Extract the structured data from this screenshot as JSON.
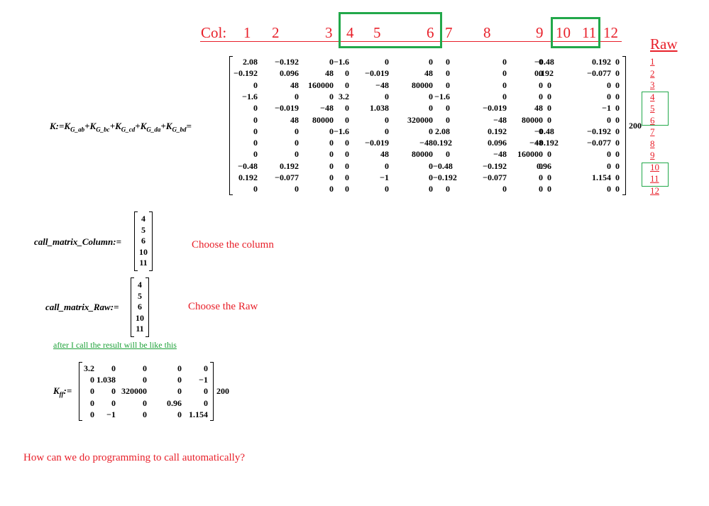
{
  "col_header": {
    "label": "Col:",
    "numbers": [
      "1",
      "2",
      "3",
      "4",
      "5",
      "6",
      "7",
      "8",
      "9",
      "10",
      "11",
      "12"
    ]
  },
  "raw_header": {
    "label": "Raw",
    "rows": [
      "1",
      "2",
      "3",
      "4",
      "5",
      "6",
      "7",
      "8",
      "9",
      "10",
      "11",
      "12"
    ]
  },
  "k_equation": {
    "lhs": "K",
    "assign": ":=",
    "terms": [
      {
        "base": "K",
        "sub": "G_ab"
      },
      {
        "base": "K",
        "sub": "G_bc"
      },
      {
        "base": "K",
        "sub": "G_cd"
      },
      {
        "base": "K",
        "sub": "G_da"
      },
      {
        "base": "K",
        "sub": "G_bd"
      }
    ],
    "plus": "+",
    "equals": "=",
    "multiplier": "200"
  },
  "k_matrix": [
    [
      "2.08",
      "−0.192",
      "0",
      "−1.6",
      "0",
      "0",
      "0",
      "0",
      "0",
      "−0.48",
      "0.192",
      "0"
    ],
    [
      "−0.192",
      "0.096",
      "48",
      "0",
      "−0.019",
      "48",
      "0",
      "0",
      "0",
      "0.192",
      "−0.077",
      "0"
    ],
    [
      "0",
      "48",
      "160000",
      "0",
      "−48",
      "80000",
      "0",
      "0",
      "0",
      "0",
      "0",
      "0"
    ],
    [
      "−1.6",
      "0",
      "0",
      "3.2",
      "0",
      "0",
      "−1.6",
      "0",
      "0",
      "0",
      "0",
      "0"
    ],
    [
      "0",
      "−0.019",
      "−48",
      "0",
      "1.038",
      "0",
      "0",
      "−0.019",
      "48",
      "0",
      "−1",
      "0"
    ],
    [
      "0",
      "48",
      "80000",
      "0",
      "0",
      "320000",
      "0",
      "−48",
      "80000",
      "0",
      "0",
      "0"
    ],
    [
      "0",
      "0",
      "0",
      "−1.6",
      "0",
      "0",
      "2.08",
      "0.192",
      "0",
      "−0.48",
      "−0.192",
      "0"
    ],
    [
      "0",
      "0",
      "0",
      "0",
      "−0.019",
      "−48",
      "0.192",
      "0.096",
      "−48",
      "−0.192",
      "−0.077",
      "0"
    ],
    [
      "0",
      "0",
      "0",
      "0",
      "48",
      "80000",
      "0",
      "−48",
      "160000",
      "0",
      "0",
      "0"
    ],
    [
      "−0.48",
      "0.192",
      "0",
      "0",
      "0",
      "0",
      "−0.48",
      "−0.192",
      "0",
      "0.96",
      "0",
      "0"
    ],
    [
      "0.192",
      "−0.077",
      "0",
      "0",
      "−1",
      "0",
      "−0.192",
      "−0.077",
      "0",
      "0",
      "1.154",
      "0"
    ],
    [
      "0",
      "0",
      "0",
      "0",
      "0",
      "0",
      "0",
      "0",
      "0",
      "0",
      "0",
      "0"
    ]
  ],
  "call_column": {
    "label": "call_matrix_Column",
    "assign": ":=",
    "values": [
      "4",
      "5",
      "6",
      "10",
      "11"
    ],
    "note": "Choose the column"
  },
  "call_raw": {
    "label": "call_matrix_Raw",
    "assign": ":=",
    "values": [
      "4",
      "5",
      "6",
      "10",
      "11"
    ],
    "note": "Choose the Raw"
  },
  "result_note": "after I call the result will be like this",
  "kff": {
    "label": "K",
    "sub": "ff",
    "assign": ":=",
    "multiplier": "200",
    "rows": [
      [
        "3.2",
        "0",
        "0",
        "0",
        "0"
      ],
      [
        "0",
        "1.038",
        "0",
        "0",
        "−1"
      ],
      [
        "0",
        "0",
        "320000",
        "0",
        "0"
      ],
      [
        "0",
        "0",
        "0",
        "0.96",
        "0"
      ],
      [
        "0",
        "−1",
        "0",
        "0",
        "1.154"
      ]
    ]
  },
  "question": "How can we do programming to call automatically?"
}
